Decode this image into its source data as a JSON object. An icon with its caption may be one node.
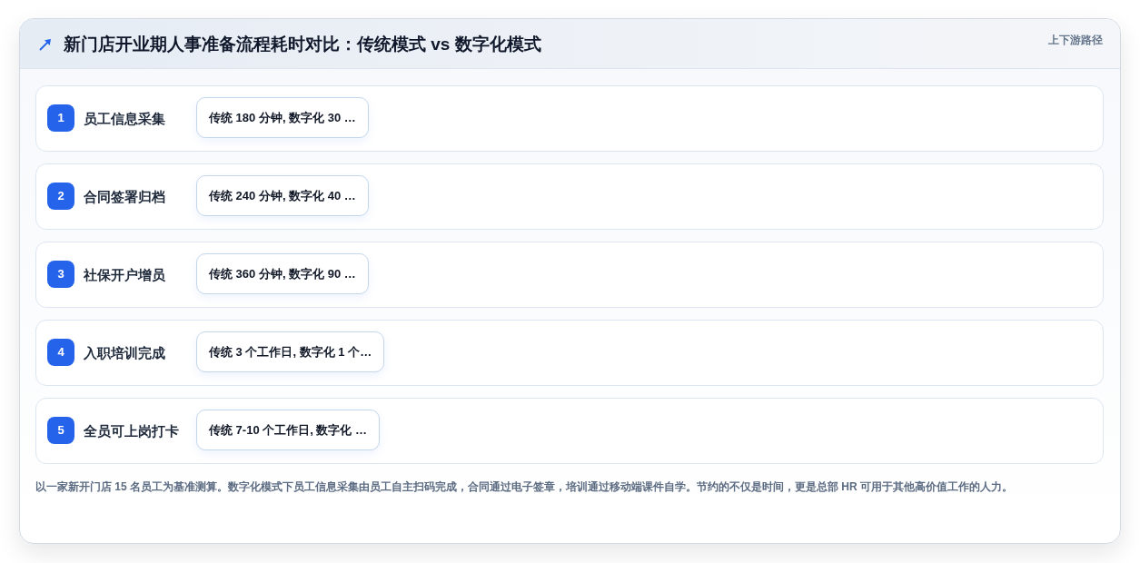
{
  "diagram": {
    "title": "新门店开业期人事准备流程耗时对比：传统模式 vs 数字化模式",
    "caption": "以一家新开门店 15 名员工为基准测算。数字化模式下员工信息采集由员工自主扫码完成，合同通过电子签章，培训通过移动端课件自学。节约的不仅是时间，更是总部 HR 可用于其他高价值工作的人力。",
    "nodes": [
      {
        "text": [
          "员工信息采集"
        ]
      },
      {
        "text": [
          "1"
        ],
        "in": 0
      },
      {
        "text": [
          "传统 180 分钟, 数字化 30 …"
        ],
        "in": 0
      },
      {
        "text": [
          "合同签署归档"
        ]
      },
      {
        "text": [
          "2"
        ],
        "in": 3
      },
      {
        "text": [
          "传统 240 分钟, 数字化 40 …"
        ],
        "in": 3
      },
      {
        "text": [
          "社保开户增员"
        ]
      },
      {
        "text": [
          "3"
        ],
        "in": 6
      },
      {
        "text": [
          "传统 360 分钟, 数字化 90 …"
        ],
        "in": 6
      },
      {
        "text": [
          "入职培训完成"
        ]
      },
      {
        "text": [
          "4"
        ],
        "in": 9
      },
      {
        "text": [
          "传统 3 个工作日, 数字化 1 个…"
        ],
        "in": 9
      },
      {
        "text": [
          "全员可上岗打卡"
        ]
      },
      {
        "text": [
          "5"
        ],
        "in": 12
      },
      {
        "text": [
          "传统 7-10 个工作日, 数字化 …"
        ],
        "in": 12
      }
    ],
    "labels": [
      "上下游路径"
    ]
  }
}
